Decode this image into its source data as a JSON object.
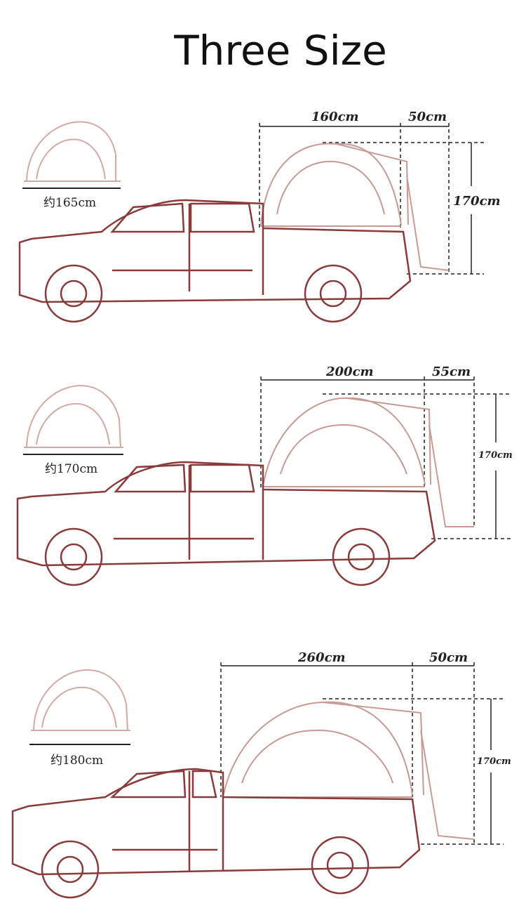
{
  "title": "Three Size",
  "colors": {
    "truck": "#8a3a3a",
    "tent": "#c79a95",
    "dim": "#222222"
  },
  "sizes": [
    {
      "mini_width": "约165cm",
      "length": "160cm",
      "extension": "50cm",
      "height": "170cm"
    },
    {
      "mini_width": "约170cm",
      "length": "200cm",
      "extension": "55cm",
      "height": "170cm"
    },
    {
      "mini_width": "约180cm",
      "length": "260cm",
      "extension": "50cm",
      "height": "170cm"
    }
  ]
}
